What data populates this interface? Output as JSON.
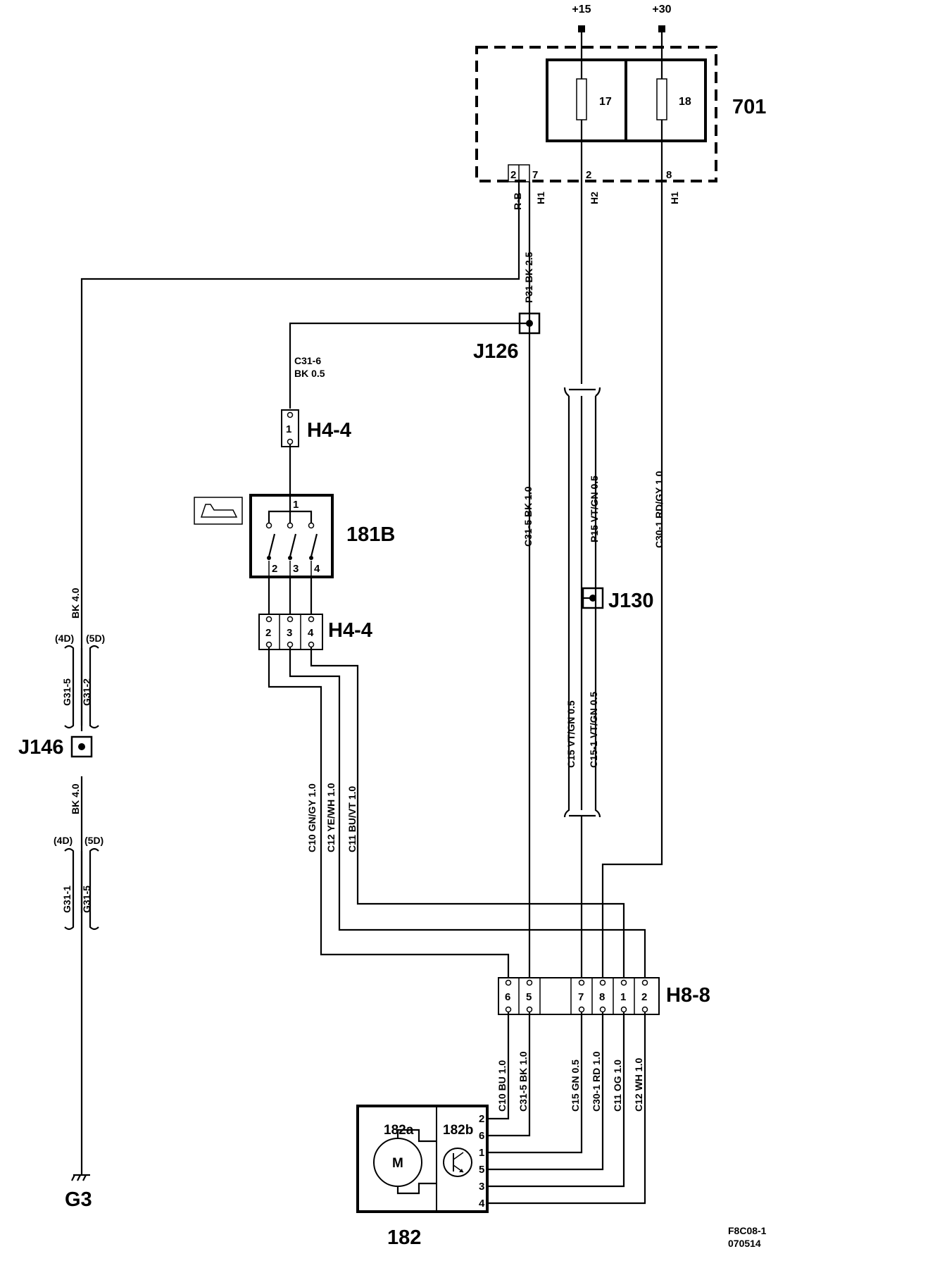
{
  "supply": {
    "t15": "+15",
    "t30": "+30"
  },
  "fuse_box": {
    "id": "701",
    "fuse1": "17",
    "fuse2": "18",
    "pins": [
      "2",
      "7",
      "2",
      "8"
    ],
    "wire_tags": [
      "R-B",
      "H1",
      "H2",
      "H1"
    ]
  },
  "joints": {
    "j126": "J126",
    "j130": "J130",
    "j146": "J146"
  },
  "ground": "G3",
  "switch": {
    "id": "181B",
    "common_pin": "1",
    "pins": [
      "2",
      "3",
      "4"
    ]
  },
  "connector_h44": {
    "id": "H4-4",
    "top_pin": "1",
    "bottom_pins": [
      "2",
      "3",
      "4"
    ]
  },
  "connector_h88": {
    "id": "H8-8",
    "pins": [
      "6",
      "5",
      "7",
      "8",
      "1",
      "2"
    ]
  },
  "component_182": {
    "id": "182",
    "motor": "182a",
    "motor_symbol": "M",
    "module": "182b",
    "pins": [
      "2",
      "6",
      "1",
      "5",
      "3",
      "4"
    ]
  },
  "splices": {
    "upper": {
      "left": "(4D)",
      "right": "(5D)",
      "w1": "G31-5",
      "w2": "G31-2"
    },
    "lower": {
      "left": "(4D)",
      "right": "(5D)",
      "w1": "G31-1",
      "w2": "G31-5"
    }
  },
  "wires": {
    "p31": "P31 BK 2.5",
    "c31_6_a": "C31-6",
    "c31_6_b": "BK 0.5",
    "c31_5": "C31-5 BK 1.0",
    "p15": "P15 VT/GN 0.5",
    "c30_1": "C30-1 RD/GY 1.0",
    "bk40_upper": "BK 4.0",
    "bk40_lower": "BK 4.0",
    "c15": "C15 VT/GN 0.5",
    "c15_1": "C15-1 VT/GN 0.5",
    "c10": "C10 GN/GY 1.0",
    "c12": "C12 YE/WH 1.0",
    "c11": "C11 BU/VT 1.0",
    "b_c10": "C10 BU 1.0",
    "b_c31_5": "C31-5 BK 1.0",
    "b_c15": "C15 GN 0.5",
    "b_c30_1": "C30-1 RD 1.0",
    "b_c11": "C11 OG 1.0",
    "b_c12": "C12 WH 1.0"
  },
  "footer": {
    "code": "F8C08-1",
    "date": "070514"
  }
}
